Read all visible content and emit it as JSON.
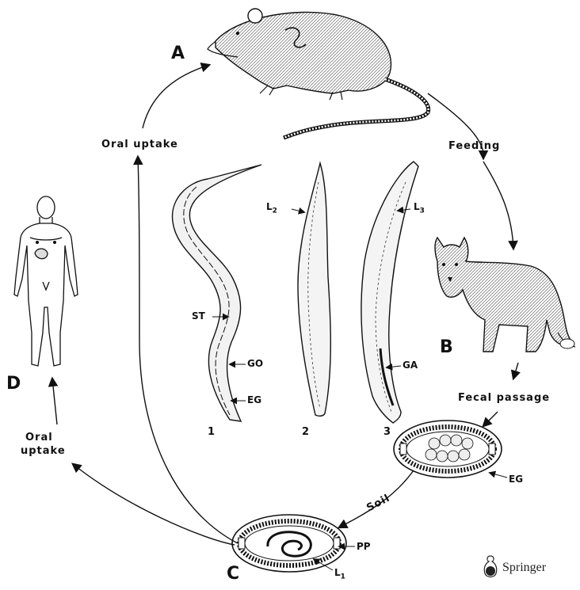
{
  "stages": {
    "a": "A",
    "b": "B",
    "c": "C",
    "d": "D"
  },
  "arrows": {
    "feeding": "Feeding",
    "fecal_passage": "Fecal passage",
    "soil": "Soil",
    "oral_uptake_top": "Oral uptake",
    "oral_uptake_left_1": "Oral",
    "oral_uptake_left_2": "uptake"
  },
  "larvae": {
    "st": "ST",
    "go": "GO",
    "eg": "EG",
    "l2_main": "L",
    "l2_sub": "2",
    "l3_main": "L",
    "l3_sub": "3",
    "ga": "GA",
    "n1": "1",
    "n2": "2",
    "n3": "3"
  },
  "eggs": {
    "eg": "EG",
    "pp": "PP",
    "l1_main": "L",
    "l1_sub": "1"
  },
  "publisher": "Springer"
}
